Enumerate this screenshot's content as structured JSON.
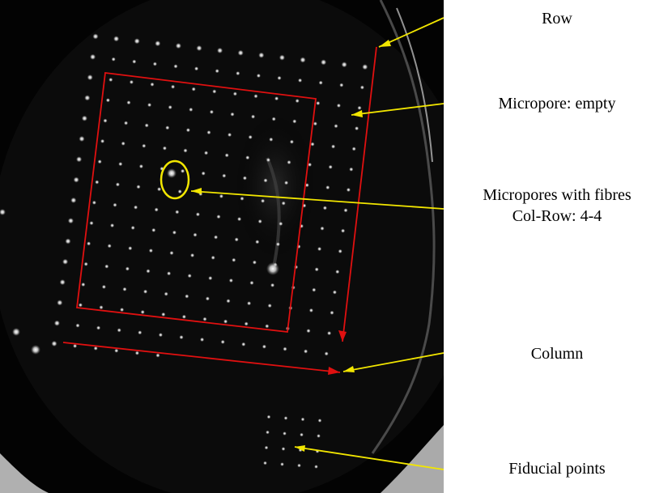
{
  "labels": {
    "row": "Row",
    "micropore_empty": "Micropore: empty",
    "micropores_fibres_line1": "Micropores with fibres",
    "micropores_fibres_line2": "Col-Row: 4-4",
    "column": "Column",
    "fiducial": "Fiducial points"
  },
  "colors": {
    "photo_background": "#030303",
    "annotation_red": "#e01010",
    "annotation_yellow": "#f2e600",
    "pore_glow": "#f0f0f0"
  },
  "icons": {
    "pore": "bright-dot",
    "arrow": "arrow-head"
  }
}
